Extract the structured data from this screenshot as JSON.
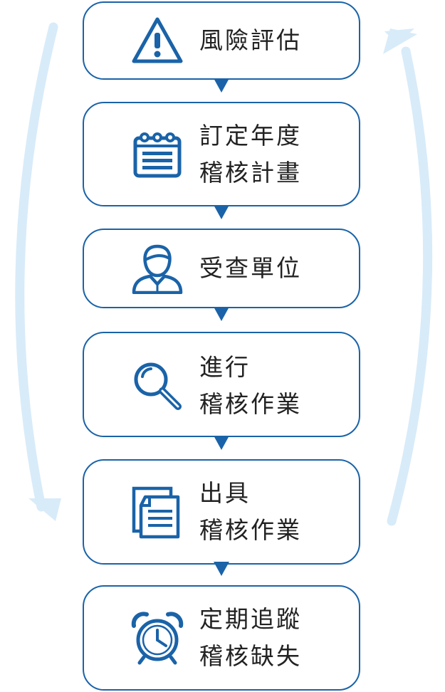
{
  "steps": [
    {
      "lines": [
        "風險評估"
      ],
      "icon": "warning-icon"
    },
    {
      "lines": [
        "訂定年度",
        "稽核計畫"
      ],
      "icon": "calendar-icon"
    },
    {
      "lines": [
        "受查單位"
      ],
      "icon": "person-icon"
    },
    {
      "lines": [
        "進行",
        "稽核作業"
      ],
      "icon": "magnifier-icon"
    },
    {
      "lines": [
        "出具",
        "稽核作業"
      ],
      "icon": "document-icon"
    },
    {
      "lines": [
        "定期追蹤",
        "稽核缺失"
      ],
      "icon": "alarm-clock-icon"
    }
  ],
  "colors": {
    "accent": "#1a63a8",
    "arc": "#d8ebf9",
    "text": "#222222"
  }
}
